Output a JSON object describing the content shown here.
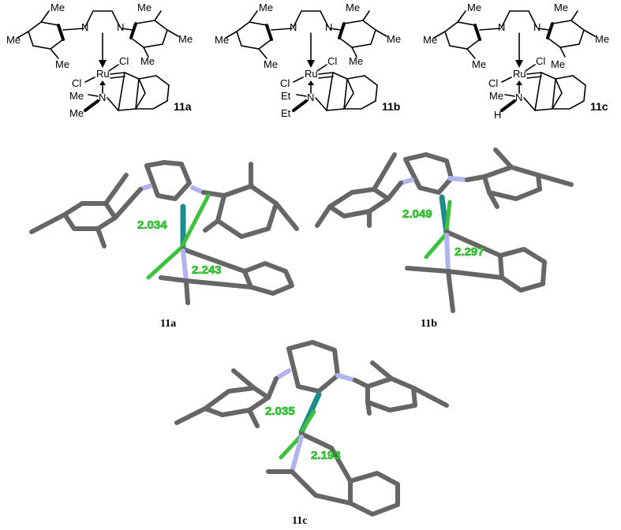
{
  "compounds": [
    {
      "id": "11a",
      "amine_sub1": "Me",
      "amine_sub2": "Me"
    },
    {
      "id": "11b",
      "amine_sub1": "Et",
      "amine_sub2": "Et"
    },
    {
      "id": "11c",
      "amine_sub1": "Me",
      "amine_sub2": "H"
    }
  ],
  "atoms": {
    "ru": "Ru",
    "cl": "Cl",
    "n": "N",
    "me": "Me"
  },
  "crystal_structures": [
    {
      "id": "11a",
      "ru_c_distance": "2.034",
      "ru_n_distance": "2.243"
    },
    {
      "id": "11b",
      "ru_c_distance": "2.049",
      "ru_n_distance": "2.297"
    },
    {
      "id": "11c",
      "ru_c_distance": "2.035",
      "ru_n_distance": "2.193"
    }
  ],
  "colors": {
    "carbon": "#666666",
    "nitrogen": "#b0b4ee",
    "ruthenium": "#1f8c8c",
    "chlorine": "#3ec23e",
    "distance_label": "#2fd62f"
  }
}
